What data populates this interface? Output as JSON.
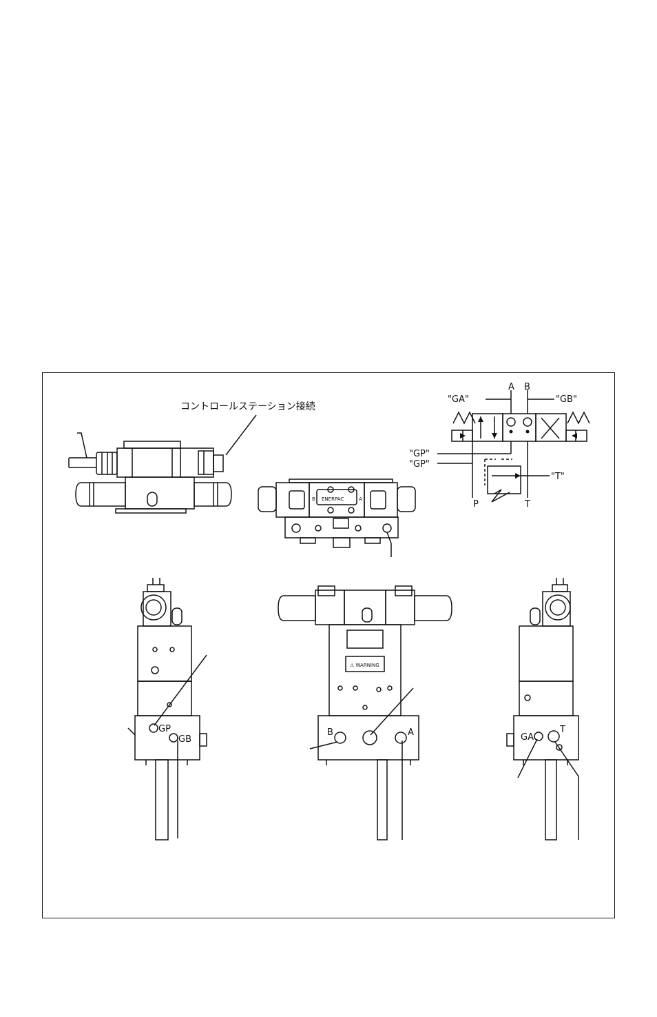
{
  "callout": {
    "control_station_connection": "コントロールステーション接続"
  },
  "schematic": {
    "port_A": "A",
    "port_B": "B",
    "gauge_GA": "\"GA\"",
    "gauge_GB": "\"GB\"",
    "gauge_GP_1": "\"GP\"",
    "gauge_GP_2": "\"GP\"",
    "gauge_T": "\"T\"",
    "port_P": "P",
    "port_T": "T"
  },
  "views": {
    "left_label_GP": "GP",
    "left_label_GB": "GB",
    "front_label_B": "B",
    "front_label_A": "A",
    "right_label_GA": "GA",
    "right_label_T": "T",
    "nameplate_brand": "ENERPAC",
    "nameplate_side_B": "B",
    "nameplate_side_A": "A",
    "warning_label": "⚠ WARNING"
  },
  "colors": {
    "line": "#111111",
    "background": "#ffffff"
  }
}
